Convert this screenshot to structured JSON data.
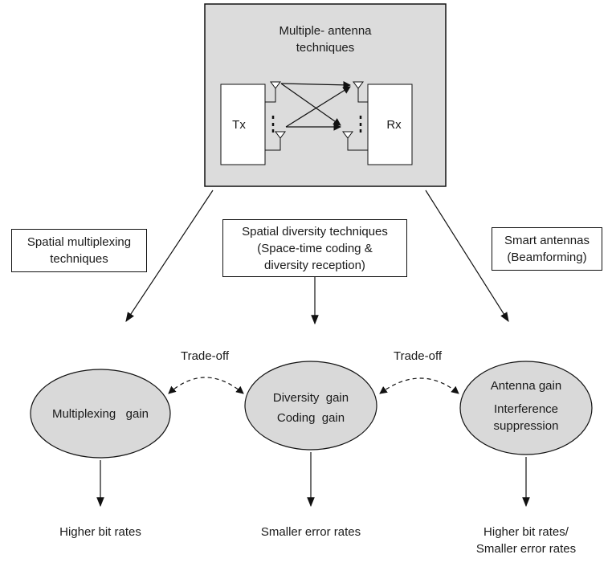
{
  "top_box": {
    "title_line1": "Multiple- antenna",
    "title_line2": "techniques",
    "tx_label": "Tx",
    "rx_label": "Rx"
  },
  "techniques": {
    "spatial_multiplexing": {
      "line1": "Spatial multiplexing",
      "line2": "techniques"
    },
    "spatial_diversity": {
      "line1": "Spatial diversity techniques",
      "line2": "(Space-time coding &",
      "line3": "diversity reception)"
    },
    "smart_antennas": {
      "line1": "Smart antennas",
      "line2": "(Beamforming)"
    }
  },
  "gains": {
    "multiplexing": "Multiplexing   gain",
    "diversity_line1": "Diversity  gain",
    "diversity_line2": "Coding  gain",
    "antenna_line1": "Antenna gain",
    "antenna_line2": "Interference",
    "antenna_line3": "suppression"
  },
  "tradeoffs": {
    "left": "Trade-off",
    "right": "Trade-off"
  },
  "outcomes": {
    "left": "Higher bit rates",
    "middle": "Smaller error rates",
    "right_line1": "Higher bit rates/",
    "right_line2": "Smaller error rates"
  },
  "colors": {
    "panel_fill": "#dcdcdc",
    "ellipse_fill": "#d9d9d9",
    "stroke": "#111111"
  }
}
